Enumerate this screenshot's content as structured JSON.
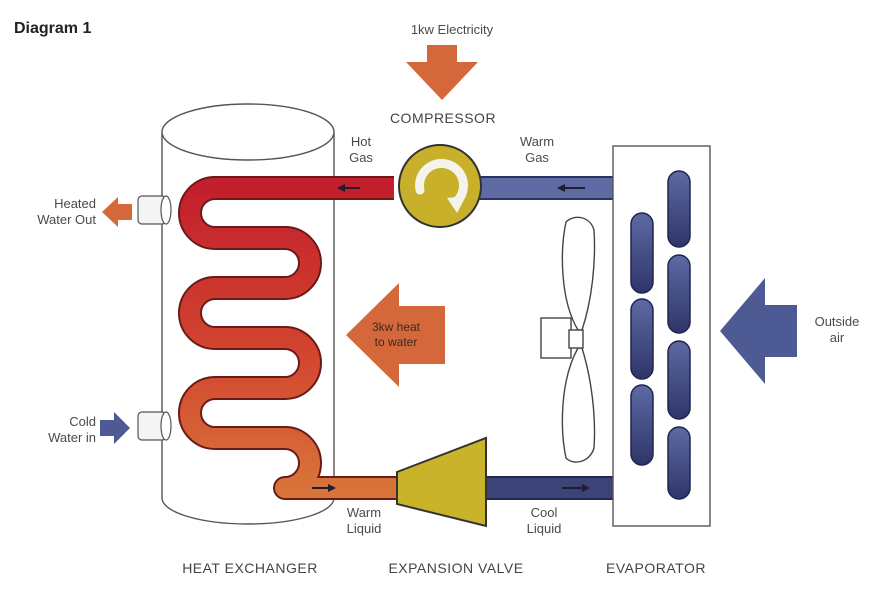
{
  "title": "Diagram 1",
  "labels": {
    "electricity": "1kw Electricity",
    "compressor": "COMPRESSOR",
    "hot_gas": [
      "Hot",
      "Gas"
    ],
    "warm_gas": [
      "Warm",
      "Gas"
    ],
    "heated_water_out": [
      "Heated",
      "Water Out"
    ],
    "cold_water_in": [
      "Cold",
      "Water in"
    ],
    "heat_to_water": [
      "3kw heat",
      "to water"
    ],
    "outside_air": [
      "Outside",
      "air"
    ],
    "warm_liquid": [
      "Warm",
      "Liquid"
    ],
    "cool_liquid": [
      "Cool",
      "Liquid"
    ],
    "heat_exchanger": "HEAT EXCHANGER",
    "expansion_valve": "EXPANSION VALVE",
    "evaporator": "EVAPORATOR"
  },
  "colors": {
    "hot": "#c41f2c",
    "warm": "#d86436",
    "cold_pipe": "#4a5490",
    "compressor": "#c9b02a",
    "valve": "#c9b32a",
    "arrow_orange": "#d4683a",
    "arrow_blue": "#4d5a93",
    "coil": "#3f4680"
  },
  "icons": [
    "fan-icon",
    "direction-arrow-icon"
  ]
}
